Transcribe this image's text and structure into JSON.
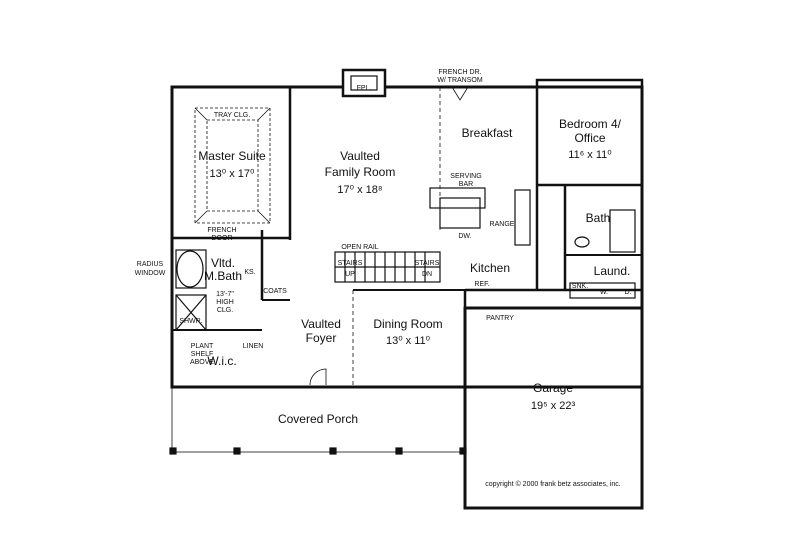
{
  "rooms": {
    "master_suite": {
      "name": "Master Suite",
      "dim": "13⁰ x 17⁰"
    },
    "family_room": {
      "name1": "Vaulted",
      "name2": "Family Room",
      "dim": "17⁰ x 18⁸"
    },
    "breakfast": {
      "name": "Breakfast"
    },
    "bedroom4": {
      "name1": "Bedroom 4/",
      "name2": "Office",
      "dim": "11⁶ x 11⁰"
    },
    "bath": {
      "name": "Bath"
    },
    "laundry": {
      "name": "Laund."
    },
    "master_bath": {
      "name1": "Vltd.",
      "name2": "M.Bath"
    },
    "kitchen": {
      "name": "Kitchen"
    },
    "foyer": {
      "name1": "Vaulted",
      "name2": "Foyer"
    },
    "dining_room": {
      "name": "Dining Room",
      "dim": "13⁰ x 11⁰"
    },
    "wic": {
      "name": "W.i.c."
    },
    "garage": {
      "name": "Garage",
      "dim": "19⁵ x 22³"
    },
    "covered_porch": {
      "name": "Covered Porch"
    }
  },
  "labels": {
    "fpl": "FPL.",
    "french_dr_1": "FRENCH DR.",
    "french_dr_2": "W/ TRANSOM",
    "tray_clg": "TRAY CLG.",
    "serving_bar_1": "SERVING",
    "serving_bar_2": "BAR",
    "range": "RANGE",
    "dw": "DW.",
    "open_rail": "OPEN RAIL",
    "stairs_up_1": "STAIRS",
    "stairs_up_2": "UP",
    "stairs_dn_1": "STAIRS",
    "stairs_dn_2": "DN",
    "ref": "REF.",
    "pantry": "PANTRY",
    "french_door_1": "FRENCH",
    "french_door_2": "DOOR",
    "radius_window_1": "RADIUS",
    "radius_window_2": "WINDOW",
    "ks": "KS.",
    "coats": "COATS",
    "high_clg_1": "13'-7\"",
    "high_clg_2": "HIGH",
    "high_clg_3": "CLG.",
    "shwr": "SHWR.",
    "plant_shelf_1": "PLANT",
    "plant_shelf_2": "SHELF",
    "plant_shelf_3": "ABOVE",
    "linen": "LINEN",
    "snk": "SNK.",
    "w": "W.",
    "d": "D.",
    "copyright": "copyright © 2000 frank betz associates, inc."
  }
}
